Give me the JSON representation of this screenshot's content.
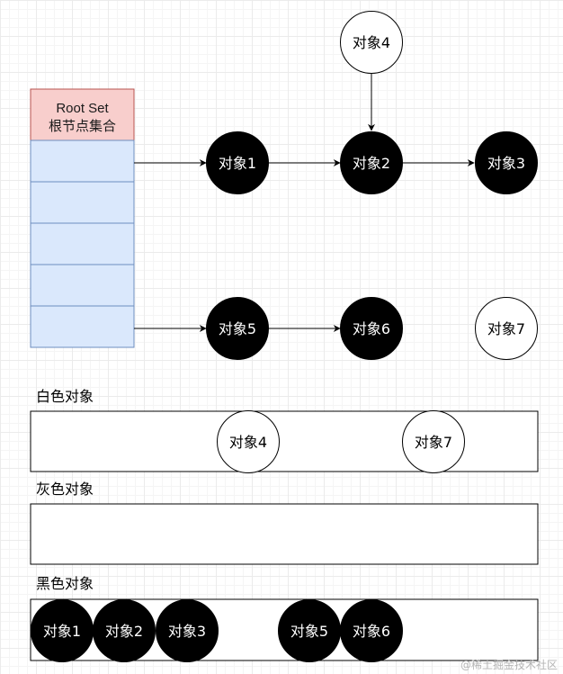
{
  "root_set": {
    "title_line1": "Root Set",
    "title_line2": "根节点集合",
    "header_color": "#f8cecc",
    "header_border": "#b85450",
    "cell_color": "#dae8fc",
    "cell_border": "#6c8ebf",
    "cell_count": 5
  },
  "graph": {
    "nodes": [
      {
        "id": "n1",
        "label": "对象1",
        "color": "black"
      },
      {
        "id": "n2",
        "label": "对象2",
        "color": "black"
      },
      {
        "id": "n3",
        "label": "对象3",
        "color": "black"
      },
      {
        "id": "n4",
        "label": "对象4",
        "color": "white"
      },
      {
        "id": "n5",
        "label": "对象5",
        "color": "black"
      },
      {
        "id": "n6",
        "label": "对象6",
        "color": "black"
      },
      {
        "id": "n7",
        "label": "对象7",
        "color": "white"
      }
    ]
  },
  "white_set": {
    "title": "白色对象",
    "items": [
      "对象4",
      "对象7"
    ]
  },
  "gray_set": {
    "title": "灰色对象",
    "items": []
  },
  "black_set": {
    "title": "黑色对象",
    "items": [
      "对象1",
      "对象2",
      "对象3",
      "对象5",
      "对象6"
    ]
  },
  "watermark": "@稀土掘金技术社区"
}
